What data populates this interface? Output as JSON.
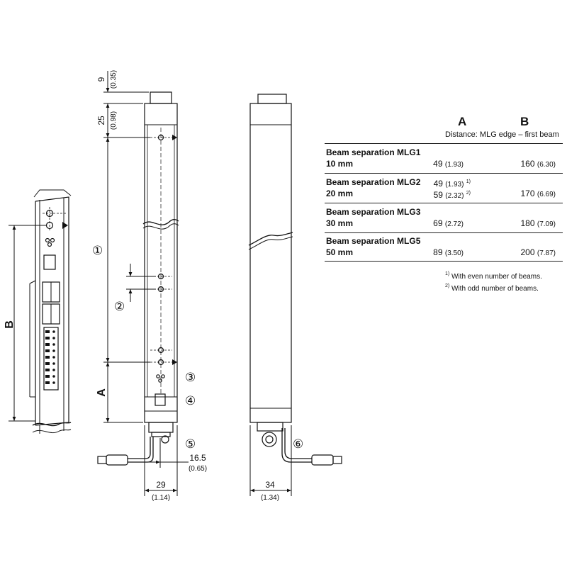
{
  "dimensions": {
    "top_gap": "9",
    "top_gap_in": "(0.35)",
    "cap_height": "25",
    "cap_height_in": "(0.98)",
    "base_offset": "16.5",
    "base_offset_in": "(0.65)",
    "width_front": "29",
    "width_front_in": "(1.14)",
    "width_side": "34",
    "width_side_in": "(1.34)",
    "label_a": "A",
    "label_b": "B"
  },
  "callouts": [
    "①",
    "②",
    "③",
    "④",
    "⑤",
    "⑥"
  ],
  "table": {
    "col_a": "A",
    "col_b": "B",
    "subheading": "Distance: MLG edge – first beam",
    "rows": [
      {
        "name": "Beam separation MLG1",
        "sep": "10 mm",
        "a": [
          {
            "v": "49",
            "in": "(1.93)",
            "note": ""
          }
        ],
        "b": "160",
        "b_in": "(6.30)"
      },
      {
        "name": "Beam separation MLG2",
        "sep": "20 mm",
        "a": [
          {
            "v": "49",
            "in": "(1.93)",
            "note": "1)"
          },
          {
            "v": "59",
            "in": "(2.32)",
            "note": "2)"
          }
        ],
        "b": "170",
        "b_in": "(6.69)"
      },
      {
        "name": "Beam separation MLG3",
        "sep": "30 mm",
        "a": [
          {
            "v": "69",
            "in": "(2.72)",
            "note": ""
          }
        ],
        "b": "180",
        "b_in": "(7.09)"
      },
      {
        "name": "Beam separation MLG5",
        "sep": "50 mm",
        "a": [
          {
            "v": "89",
            "in": "(3.50)",
            "note": ""
          }
        ],
        "b": "200",
        "b_in": "(7.87)"
      }
    ],
    "footnotes": [
      {
        "mark": "1)",
        "text": "With even number of beams."
      },
      {
        "mark": "2)",
        "text": "With odd number of beams."
      }
    ]
  }
}
